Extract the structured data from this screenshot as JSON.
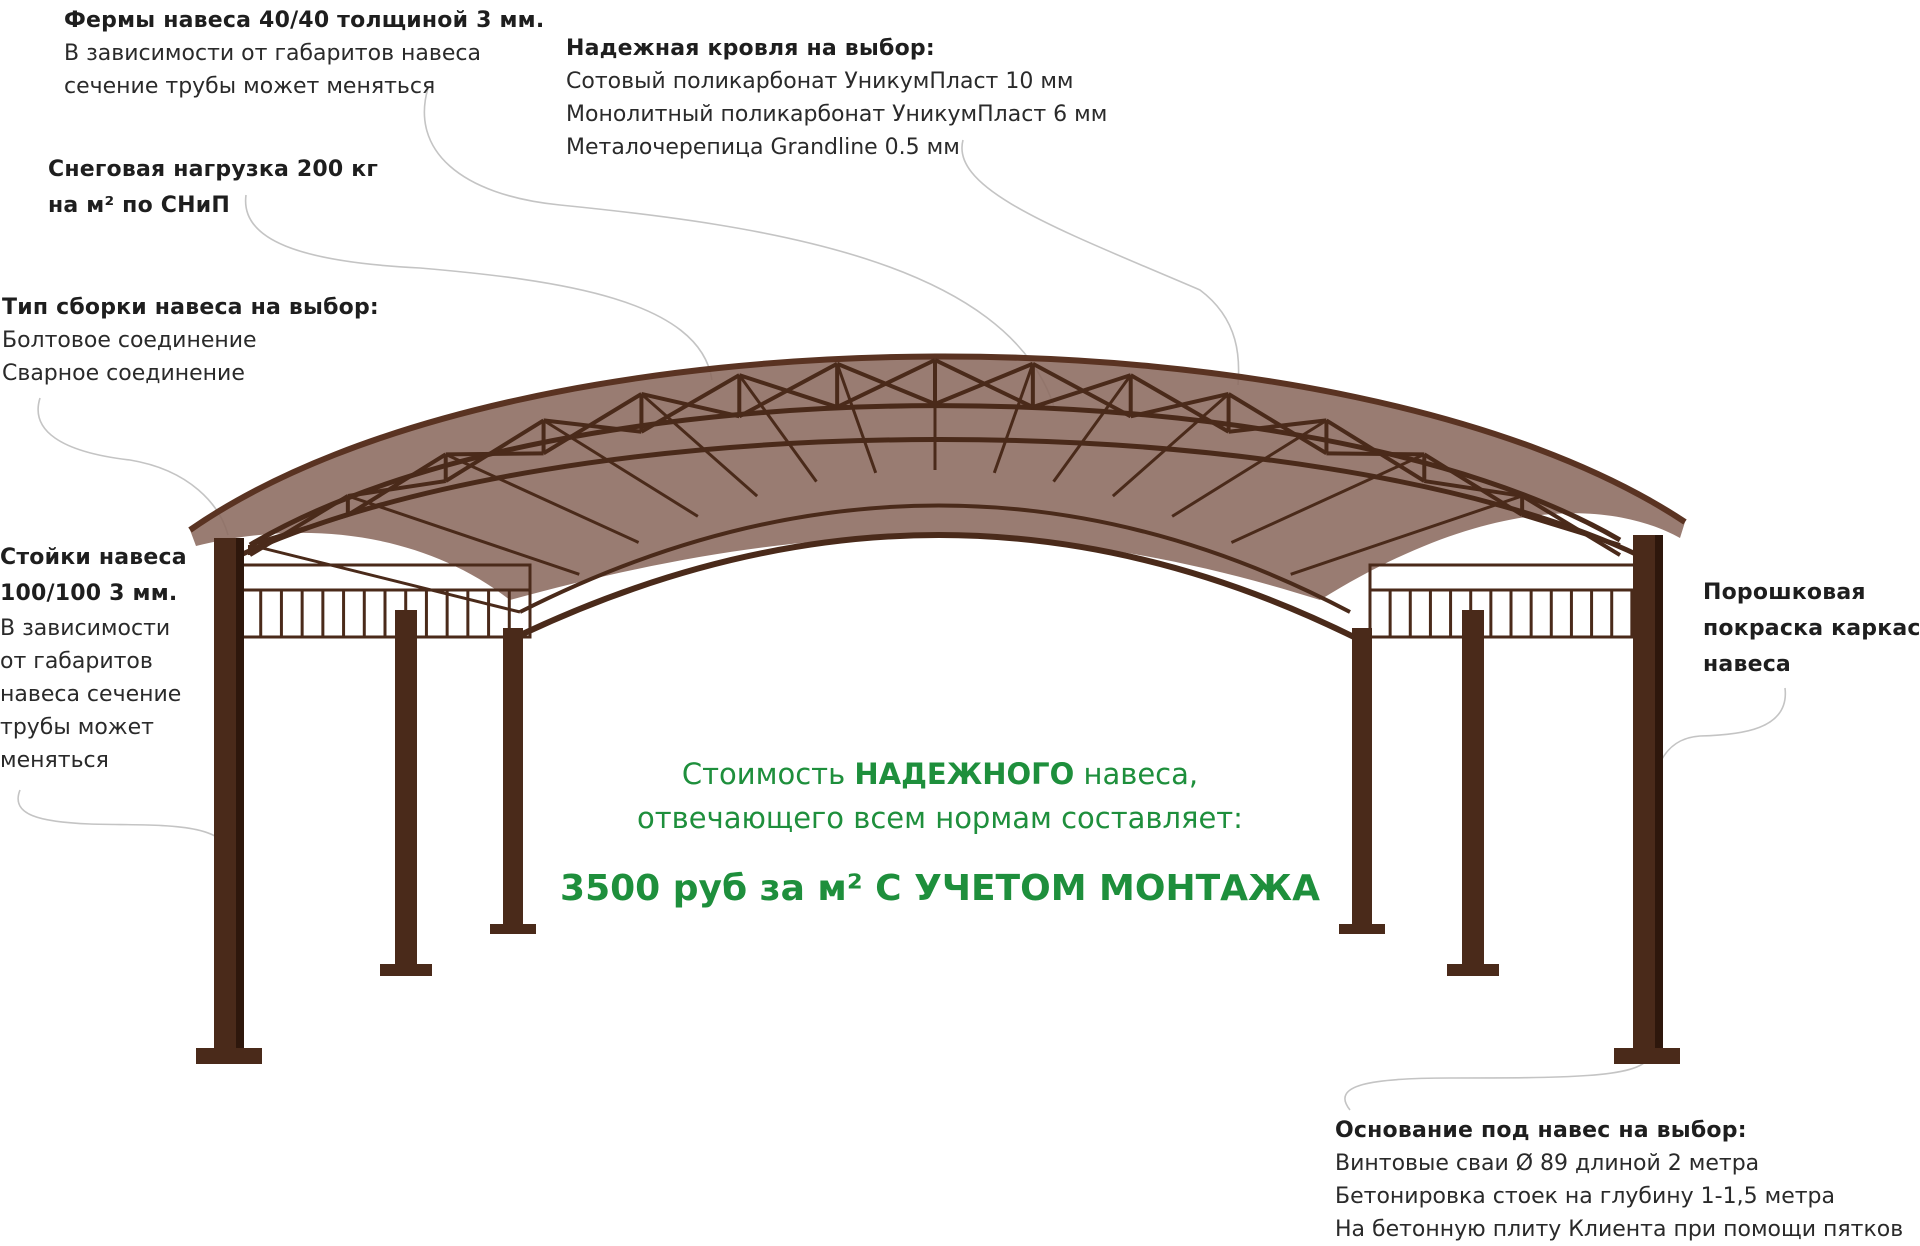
{
  "notes": {
    "trusses": {
      "head": "Фермы навеса 40/40 толщиной 3 мм.",
      "lines": [
        "В зависимости от габаритов навеса",
        "сечение трубы может меняться"
      ]
    },
    "roof": {
      "head": "Надежная кровля на выбор:",
      "lines": [
        "Сотовый поликарбонат УникумПласт 10 мм",
        "Монолитный поликарбонат УникумПласт 6 мм",
        "Металочерепица Grandline 0.5 мм"
      ]
    },
    "snow": {
      "head_lines": [
        "Снеговая нагрузка 200 кг",
        "на м² по СНиП"
      ]
    },
    "assembly": {
      "head": "Тип сборки навеса на выбор:",
      "lines": [
        "Болтовое соединение",
        "Сварное соединение"
      ]
    },
    "posts": {
      "head_lines": [
        "Стойки навеса",
        "100/100 3 мм."
      ],
      "lines": [
        "В зависимости",
        "от габаритов",
        "навеса сечение",
        "трубы может",
        "меняться"
      ]
    },
    "paint": {
      "head_lines": [
        "Порошковая",
        "покраска каркаса",
        "навеса"
      ]
    },
    "base": {
      "head": "Основание под навес на выбор:",
      "lines": [
        "Винтовые сваи Ø 89 длиной 2 метра",
        "Бетонировка стоек на глубину 1-1,5 метра",
        "На бетонную плиту Клиента при помощи пятков"
      ]
    }
  },
  "promo": {
    "line1_pre": "Стоимость ",
    "line1_bold": "НАДЕЖНОГО",
    "line1_post": " навеса,",
    "line2": "отвечающего всем нормам составляет:",
    "line3": "3500 руб за м² С УЧЕТОМ МОНТАЖА"
  },
  "colors": {
    "frame": "#4a2a1a",
    "frame_light": "#6b4028",
    "roof_panel": "#8b6a5e",
    "accent_green": "#1e8f3c",
    "leader_line": "#bdbdbd"
  }
}
